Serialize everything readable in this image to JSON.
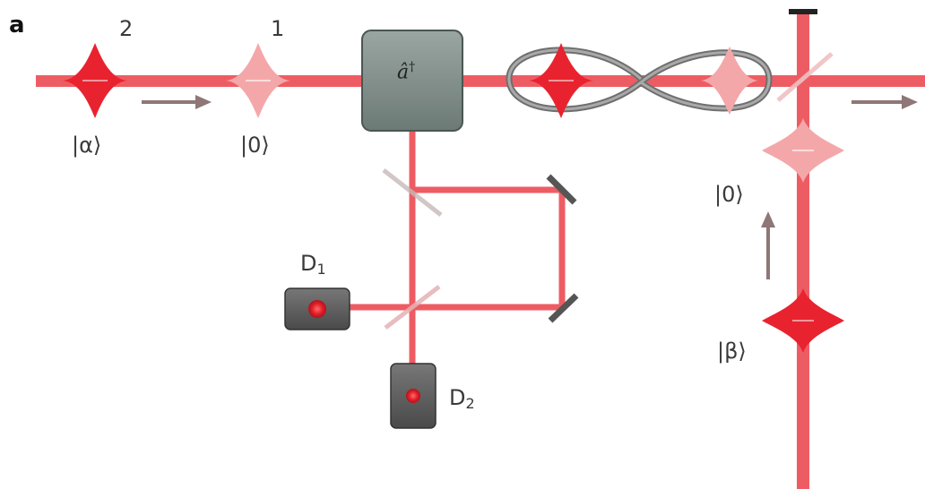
{
  "panel_label": "a",
  "pulse_numbers": {
    "second": "2",
    "first": "1"
  },
  "kets": {
    "alpha": "|α⟩",
    "zero_left": "|0⟩",
    "zero_right": "|0⟩",
    "beta": "|β⟩"
  },
  "operator": {
    "symbol": "â",
    "superscript": "†"
  },
  "detectors": {
    "d1": {
      "letter": "D",
      "index": "1"
    },
    "d2": {
      "letter": "D",
      "index": "2"
    }
  },
  "colors": {
    "beam": "#ee5c63",
    "pulse_strong": "#e8232f",
    "pulse_faint": "#f4a7a9",
    "box": "#7c8a86",
    "detector": "#5e5e5e",
    "arrow": "#8f7677"
  }
}
